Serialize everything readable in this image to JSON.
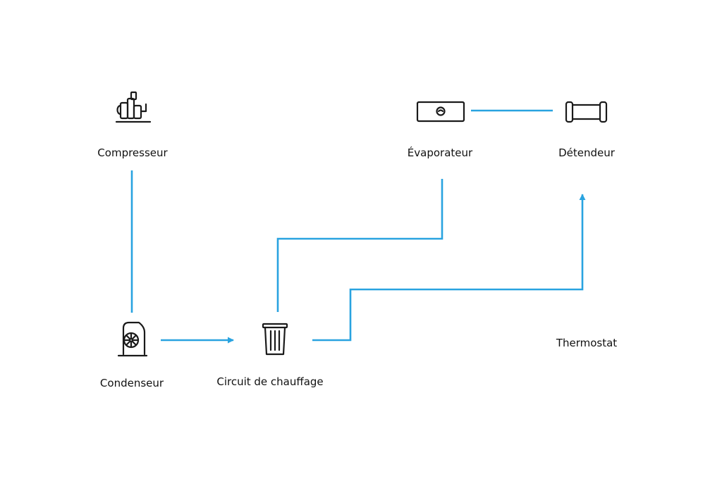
{
  "diagram": {
    "nodes": {
      "compresseur": {
        "label": "Compresseur",
        "icon": "compressor-icon"
      },
      "evaporateur": {
        "label": "Évaporateur",
        "icon": "evaporator-icon"
      },
      "detendeur": {
        "label": "Détendeur",
        "icon": "expansion-valve-icon"
      },
      "condenseur": {
        "label": "Condenseur",
        "icon": "condenser-icon"
      },
      "circuit": {
        "label": "Circuit de chauffage",
        "icon": "trash-bin-icon"
      },
      "thermostat": {
        "label": "Thermostat"
      }
    },
    "connector_color": "#29a3e0",
    "icon_color": "#1a1a1a"
  }
}
